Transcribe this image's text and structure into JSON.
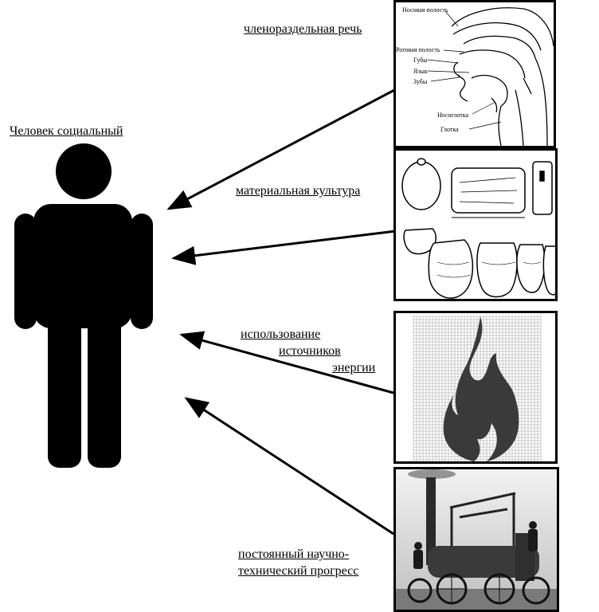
{
  "title": "Человек социальный",
  "labels": {
    "speech": "членораздельная речь",
    "culture": "материальная культура",
    "energy_l1": "использование",
    "energy_l2": "источников",
    "energy_l3": "энергии",
    "progress_l1": "постоянный научно-",
    "progress_l2": "технический прогресс"
  },
  "anatomy": {
    "nasal": "Носовая полость",
    "oral": "Ротовая полость",
    "lips": "Губы",
    "tongue": "Язык",
    "teeth": "Зубы",
    "nasopharynx": "Носоглотка",
    "pharynx": "Глотка"
  },
  "icons": [
    "person-silhouette-icon",
    "vocal-anatomy-icon",
    "pottery-artifacts-icon",
    "pixel-flame-icon",
    "steam-locomotive-icon"
  ]
}
